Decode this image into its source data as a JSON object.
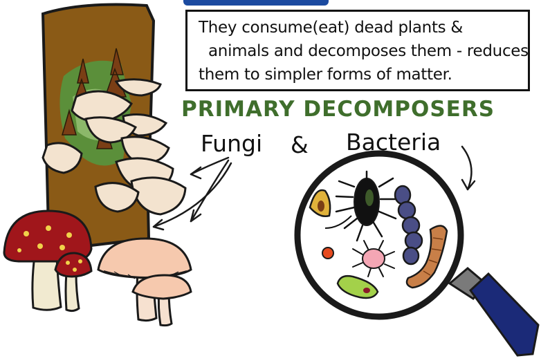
{
  "note": {
    "lines": [
      "They consume(eat) dead plants &",
      "animals and decomposes them - reduces",
      "them to simpler forms of matter."
    ]
  },
  "heading": "PRIMARY DECOMPOSERS",
  "labels": {
    "fungi": "Fungi",
    "ampersand": "&",
    "bacteria": "Bacteria"
  },
  "colors": {
    "heading_green": "#3f6e2c",
    "log_brown": "#8a5a16",
    "mushroom_red": "#a0161b",
    "handle_navy": "#1b2a78"
  }
}
